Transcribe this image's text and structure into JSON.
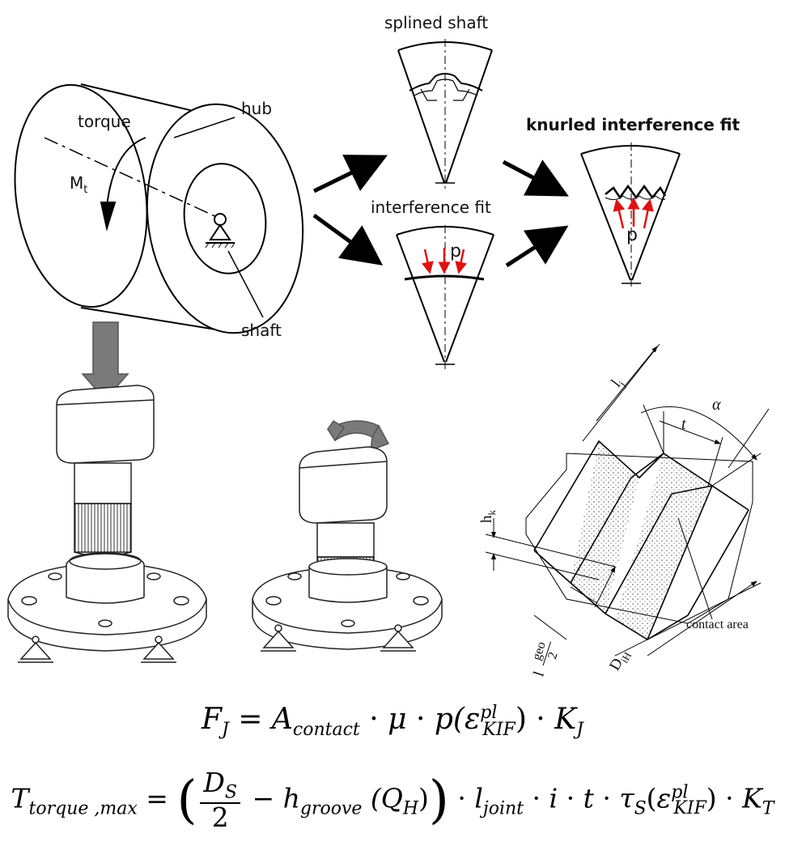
{
  "labels": {
    "splined_shaft": "splined shaft",
    "knurled_fit": "knurled interference fit",
    "interference_fit": "interference fit",
    "torque": "torque",
    "hub": "hub",
    "mt": "M",
    "mt_sub": "t",
    "shaft": "shaft",
    "p_interference": "p",
    "p_knurled": "p",
    "lj": "l",
    "lj_sub": "j",
    "alpha": "α",
    "t": "t",
    "hk": "h",
    "hk_sub": "k",
    "lgeo": "l",
    "lgeo_num": "geo",
    "lgeo_den": "2",
    "diH": "D",
    "diH_sub": "iH",
    "contact_area": "contact area"
  },
  "equations": {
    "force": {
      "lhs": "F",
      "lhs_sub": "J",
      "eq": " = ",
      "a": "A",
      "a_sub": "contact",
      "dot": " · ",
      "mu": "μ",
      "p": "p(",
      "eps": "ε",
      "eps_sup": "pl",
      "eps_sub": "KIF",
      "close": ")",
      "k": "K",
      "k_sub": "J"
    },
    "torque": {
      "lhs": "T",
      "lhs_sub": "torque ,max",
      "eq": " = ",
      "ds": "D",
      "ds_sub": "S",
      "two": "2",
      "minus": " − ",
      "h": "h",
      "h_sub": "groove",
      "q": " (Q",
      "q_sub": "H",
      "q_close": ")",
      "dot": " · ",
      "l": "l",
      "l_sub": "joint",
      "i": "i",
      "t": "t",
      "tau": "τ",
      "tau_sub": "S",
      "paren_open": "(",
      "eps": "ε",
      "eps_sup": "pl",
      "eps_sub": "KIF",
      "paren_close": ")",
      "k": "K",
      "k_sub": "T"
    }
  },
  "colors": {
    "ink": "#111111",
    "red_arrow": "#e01010",
    "gray_arrow": "#7a7a7a",
    "hatch": "#555555"
  }
}
